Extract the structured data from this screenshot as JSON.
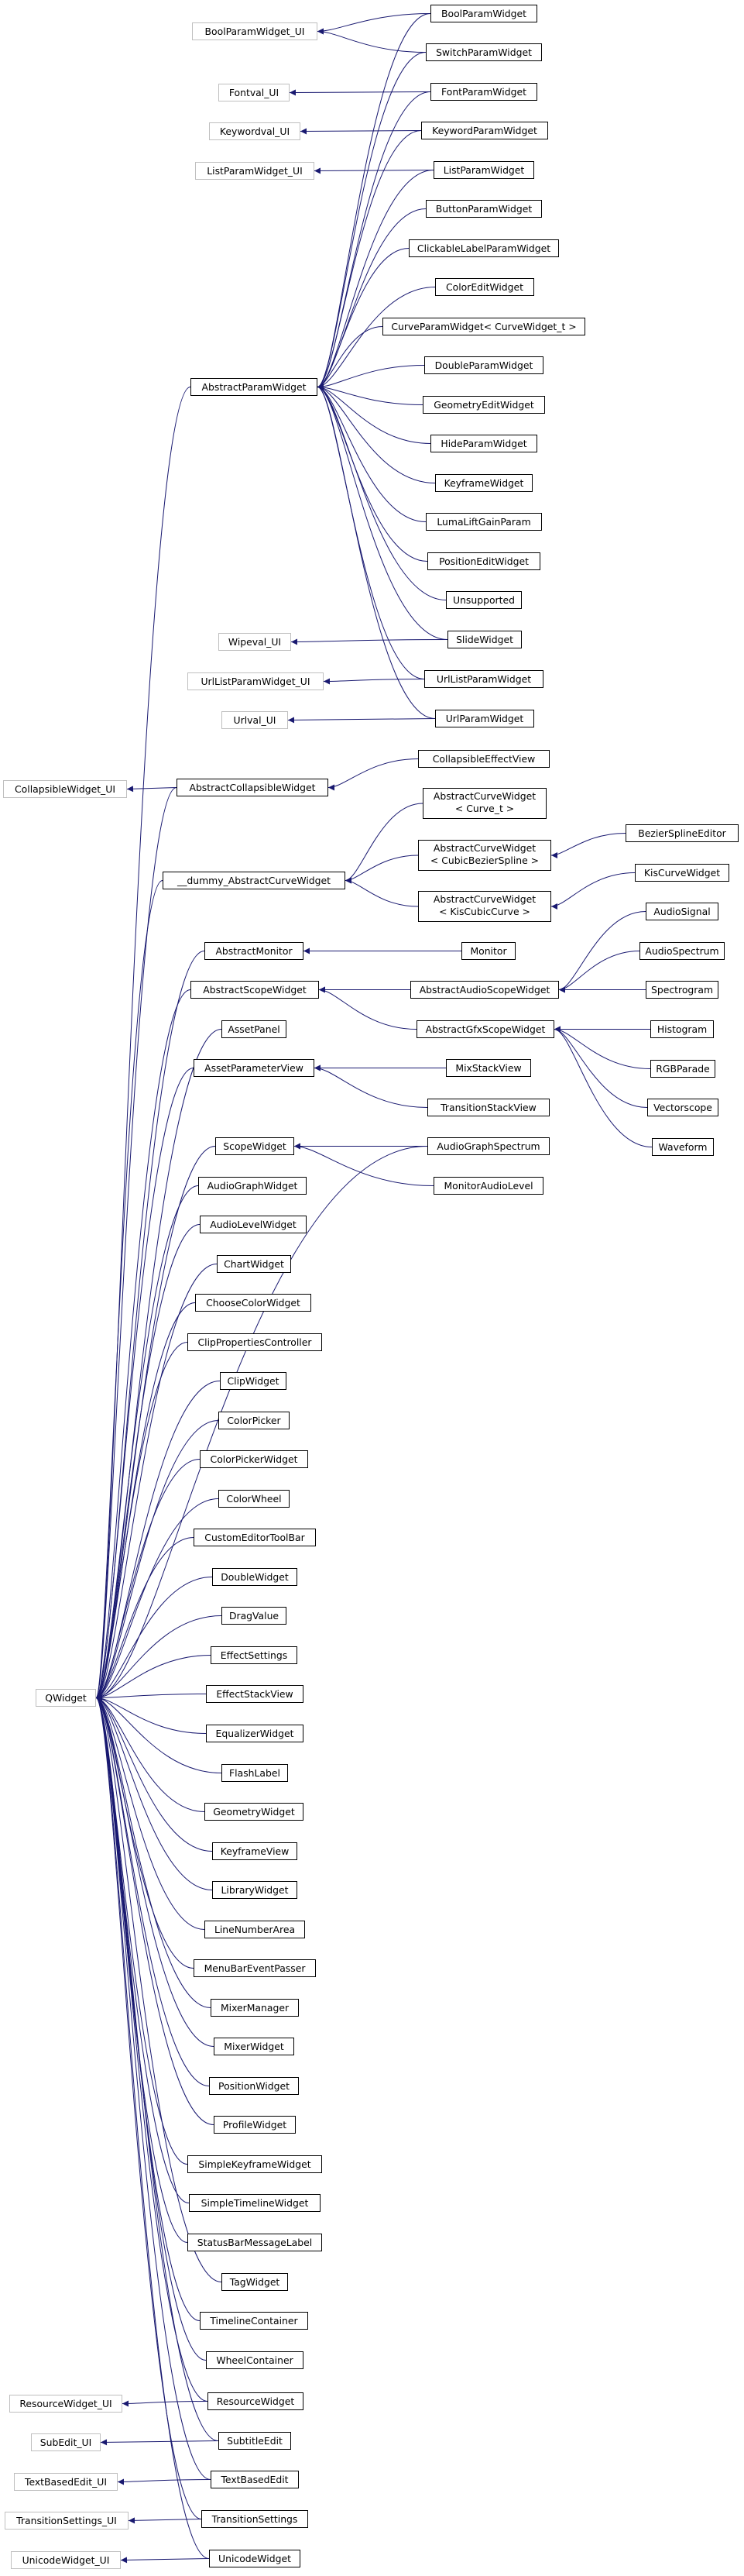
{
  "colors": {
    "edge": "#191970",
    "box_border": "#000000",
    "external_border": "#bfbfbf"
  },
  "nodes": {
    "BoolParamWidget_UI": {
      "label": "BoolParamWidget_UI",
      "external": true
    },
    "Fontval_UI": {
      "label": "Fontval_UI",
      "external": true
    },
    "Keywordval_UI": {
      "label": "Keywordval_UI",
      "external": true
    },
    "ListParamWidget_UI": {
      "label": "ListParamWidget_UI",
      "external": true
    },
    "Wipeval_UI": {
      "label": "Wipeval_UI",
      "external": true
    },
    "UrlListParamWidget_UI": {
      "label": "UrlListParamWidget_UI",
      "external": true
    },
    "Urlval_UI": {
      "label": "Urlval_UI",
      "external": true
    },
    "CollapsibleWidget_UI": {
      "label": "CollapsibleWidget_UI",
      "external": true
    },
    "QWidget": {
      "label": "QWidget",
      "external": true
    },
    "ResourceWidget_UI": {
      "label": "ResourceWidget_UI",
      "external": true
    },
    "SubEdit_UI": {
      "label": "SubEdit_UI",
      "external": true
    },
    "TextBasedEdit_UI": {
      "label": "TextBasedEdit_UI",
      "external": true
    },
    "TransitionSettings_UI": {
      "label": "TransitionSettings_UI",
      "external": true
    },
    "UnicodeWidget_UI": {
      "label": "UnicodeWidget_UI",
      "external": true
    },
    "AbstractParamWidget": {
      "label": "AbstractParamWidget"
    },
    "BoolParamWidget": {
      "label": "BoolParamWidget"
    },
    "SwitchParamWidget": {
      "label": "SwitchParamWidget"
    },
    "FontParamWidget": {
      "label": "FontParamWidget"
    },
    "KeywordParamWidget": {
      "label": "KeywordParamWidget"
    },
    "ListParamWidget": {
      "label": "ListParamWidget"
    },
    "ButtonParamWidget": {
      "label": "ButtonParamWidget"
    },
    "ClickableLabelParamWidget": {
      "label": "ClickableLabelParamWidget"
    },
    "ColorEditWidget": {
      "label": "ColorEditWidget"
    },
    "CurveParamWidget": {
      "label": "CurveParamWidget< CurveWidget_t >"
    },
    "DoubleParamWidget": {
      "label": "DoubleParamWidget"
    },
    "GeometryEditWidget": {
      "label": "GeometryEditWidget"
    },
    "HideParamWidget": {
      "label": "HideParamWidget"
    },
    "KeyframeWidget": {
      "label": "KeyframeWidget"
    },
    "LumaLiftGainParam": {
      "label": "LumaLiftGainParam"
    },
    "PositionEditWidget": {
      "label": "PositionEditWidget"
    },
    "Unsupported": {
      "label": "Unsupported"
    },
    "SlideWidget": {
      "label": "SlideWidget"
    },
    "UrlListParamWidget": {
      "label": "UrlListParamWidget"
    },
    "UrlParamWidget": {
      "label": "UrlParamWidget"
    },
    "AbstractCollapsibleWidget": {
      "label": "AbstractCollapsibleWidget"
    },
    "CollapsibleEffectView": {
      "label": "CollapsibleEffectView"
    },
    "DummyAbstractCurveWidget": {
      "label": "__dummy_AbstractCurveWidget"
    },
    "AbstractCurveWidgetCurve": {
      "label": "AbstractCurveWidget\n< Curve_t >"
    },
    "AbstractCurveWidgetBezier": {
      "label": "AbstractCurveWidget\n< CubicBezierSpline >"
    },
    "AbstractCurveWidgetKis": {
      "label": "AbstractCurveWidget\n< KisCubicCurve >"
    },
    "BezierSplineEditor": {
      "label": "BezierSplineEditor"
    },
    "KisCurveWidget": {
      "label": "KisCurveWidget"
    },
    "AbstractMonitor": {
      "label": "AbstractMonitor"
    },
    "Monitor": {
      "label": "Monitor"
    },
    "AbstractScopeWidget": {
      "label": "AbstractScopeWidget"
    },
    "AbstractAudioScopeWidget": {
      "label": "AbstractAudioScopeWidget"
    },
    "AbstractGfxScopeWidget": {
      "label": "AbstractGfxScopeWidget"
    },
    "AudioSignal": {
      "label": "AudioSignal"
    },
    "AudioSpectrum": {
      "label": "AudioSpectrum"
    },
    "Spectrogram": {
      "label": "Spectrogram"
    },
    "Histogram": {
      "label": "Histogram"
    },
    "RGBParade": {
      "label": "RGBParade"
    },
    "Vectorscope": {
      "label": "Vectorscope"
    },
    "Waveform": {
      "label": "Waveform"
    },
    "AssetPanel": {
      "label": "AssetPanel"
    },
    "AssetParameterView": {
      "label": "AssetParameterView"
    },
    "MixStackView": {
      "label": "MixStackView"
    },
    "TransitionStackView": {
      "label": "TransitionStackView"
    },
    "ScopeWidget": {
      "label": "ScopeWidget"
    },
    "AudioGraphSpectrum": {
      "label": "AudioGraphSpectrum"
    },
    "MonitorAudioLevel": {
      "label": "MonitorAudioLevel"
    },
    "AudioGraphWidget": {
      "label": "AudioGraphWidget"
    },
    "AudioLevelWidget": {
      "label": "AudioLevelWidget"
    },
    "ChartWidget": {
      "label": "ChartWidget"
    },
    "ChooseColorWidget": {
      "label": "ChooseColorWidget"
    },
    "ClipPropertiesController": {
      "label": "ClipPropertiesController"
    },
    "ClipWidget": {
      "label": "ClipWidget"
    },
    "ColorPicker": {
      "label": "ColorPicker"
    },
    "ColorPickerWidget": {
      "label": "ColorPickerWidget"
    },
    "ColorWheel": {
      "label": "ColorWheel"
    },
    "CustomEditorToolBar": {
      "label": "CustomEditorToolBar"
    },
    "DoubleWidget": {
      "label": "DoubleWidget"
    },
    "DragValue": {
      "label": "DragValue"
    },
    "EffectSettings": {
      "label": "EffectSettings"
    },
    "EffectStackView": {
      "label": "EffectStackView"
    },
    "EqualizerWidget": {
      "label": "EqualizerWidget"
    },
    "FlashLabel": {
      "label": "FlashLabel"
    },
    "GeometryWidget": {
      "label": "GeometryWidget"
    },
    "KeyframeView": {
      "label": "KeyframeView"
    },
    "LibraryWidget": {
      "label": "LibraryWidget"
    },
    "LineNumberArea": {
      "label": "LineNumberArea"
    },
    "MenuBarEventPasser": {
      "label": "MenuBarEventPasser"
    },
    "MixerManager": {
      "label": "MixerManager"
    },
    "MixerWidget": {
      "label": "MixerWidget"
    },
    "PositionWidget": {
      "label": "PositionWidget"
    },
    "ProfileWidget": {
      "label": "ProfileWidget"
    },
    "SimpleKeyframeWidget": {
      "label": "SimpleKeyframeWidget"
    },
    "SimpleTimelineWidget": {
      "label": "SimpleTimelineWidget"
    },
    "StatusBarMessageLabel": {
      "label": "StatusBarMessageLabel"
    },
    "TagWidget": {
      "label": "TagWidget"
    },
    "TimelineContainer": {
      "label": "TimelineContainer"
    },
    "WheelContainer": {
      "label": "WheelContainer"
    },
    "ResourceWidget": {
      "label": "ResourceWidget"
    },
    "SubtitleEdit": {
      "label": "SubtitleEdit"
    },
    "TextBasedEdit": {
      "label": "TextBasedEdit"
    },
    "TransitionSettings": {
      "label": "TransitionSettings"
    },
    "UnicodeWidget": {
      "label": "UnicodeWidget"
    }
  },
  "edges": [
    [
      "BoolParamWidget_UI",
      "BoolParamWidget"
    ],
    [
      "BoolParamWidget_UI",
      "SwitchParamWidget"
    ],
    [
      "Fontval_UI",
      "FontParamWidget"
    ],
    [
      "Keywordval_UI",
      "KeywordParamWidget"
    ],
    [
      "ListParamWidget_UI",
      "ListParamWidget"
    ],
    [
      "Wipeval_UI",
      "SlideWidget"
    ],
    [
      "UrlListParamWidget_UI",
      "UrlListParamWidget"
    ],
    [
      "Urlval_UI",
      "UrlParamWidget"
    ],
    [
      "CollapsibleWidget_UI",
      "AbstractCollapsibleWidget"
    ],
    [
      "AbstractParamWidget",
      "BoolParamWidget"
    ],
    [
      "AbstractParamWidget",
      "SwitchParamWidget"
    ],
    [
      "AbstractParamWidget",
      "FontParamWidget"
    ],
    [
      "AbstractParamWidget",
      "KeywordParamWidget"
    ],
    [
      "AbstractParamWidget",
      "ListParamWidget"
    ],
    [
      "AbstractParamWidget",
      "ButtonParamWidget"
    ],
    [
      "AbstractParamWidget",
      "ClickableLabelParamWidget"
    ],
    [
      "AbstractParamWidget",
      "ColorEditWidget"
    ],
    [
      "AbstractParamWidget",
      "CurveParamWidget"
    ],
    [
      "AbstractParamWidget",
      "DoubleParamWidget"
    ],
    [
      "AbstractParamWidget",
      "GeometryEditWidget"
    ],
    [
      "AbstractParamWidget",
      "HideParamWidget"
    ],
    [
      "AbstractParamWidget",
      "KeyframeWidget"
    ],
    [
      "AbstractParamWidget",
      "LumaLiftGainParam"
    ],
    [
      "AbstractParamWidget",
      "PositionEditWidget"
    ],
    [
      "AbstractParamWidget",
      "Unsupported"
    ],
    [
      "AbstractParamWidget",
      "SlideWidget"
    ],
    [
      "AbstractParamWidget",
      "UrlListParamWidget"
    ],
    [
      "AbstractParamWidget",
      "UrlParamWidget"
    ],
    [
      "AbstractCollapsibleWidget",
      "CollapsibleEffectView"
    ],
    [
      "DummyAbstractCurveWidget",
      "AbstractCurveWidgetCurve"
    ],
    [
      "DummyAbstractCurveWidget",
      "AbstractCurveWidgetBezier"
    ],
    [
      "DummyAbstractCurveWidget",
      "AbstractCurveWidgetKis"
    ],
    [
      "AbstractCurveWidgetBezier",
      "BezierSplineEditor"
    ],
    [
      "AbstractCurveWidgetKis",
      "KisCurveWidget"
    ],
    [
      "AbstractMonitor",
      "Monitor"
    ],
    [
      "AbstractScopeWidget",
      "AbstractAudioScopeWidget"
    ],
    [
      "AbstractScopeWidget",
      "AbstractGfxScopeWidget"
    ],
    [
      "AbstractAudioScopeWidget",
      "AudioSignal"
    ],
    [
      "AbstractAudioScopeWidget",
      "AudioSpectrum"
    ],
    [
      "AbstractAudioScopeWidget",
      "Spectrogram"
    ],
    [
      "AbstractGfxScopeWidget",
      "Histogram"
    ],
    [
      "AbstractGfxScopeWidget",
      "RGBParade"
    ],
    [
      "AbstractGfxScopeWidget",
      "Vectorscope"
    ],
    [
      "AbstractGfxScopeWidget",
      "Waveform"
    ],
    [
      "AssetParameterView",
      "MixStackView"
    ],
    [
      "AssetParameterView",
      "TransitionStackView"
    ],
    [
      "ScopeWidget",
      "AudioGraphSpectrum"
    ],
    [
      "ScopeWidget",
      "MonitorAudioLevel"
    ],
    [
      "QWidget",
      "AbstractParamWidget"
    ],
    [
      "QWidget",
      "AbstractCollapsibleWidget"
    ],
    [
      "QWidget",
      "DummyAbstractCurveWidget"
    ],
    [
      "QWidget",
      "AbstractMonitor"
    ],
    [
      "QWidget",
      "AbstractScopeWidget"
    ],
    [
      "QWidget",
      "AssetPanel"
    ],
    [
      "QWidget",
      "AssetParameterView"
    ],
    [
      "QWidget",
      "ScopeWidget"
    ],
    [
      "QWidget",
      "AudioGraphSpectrum"
    ],
    [
      "QWidget",
      "AudioGraphWidget"
    ],
    [
      "QWidget",
      "AudioLevelWidget"
    ],
    [
      "QWidget",
      "ChartWidget"
    ],
    [
      "QWidget",
      "ChooseColorWidget"
    ],
    [
      "QWidget",
      "ClipPropertiesController"
    ],
    [
      "QWidget",
      "ClipWidget"
    ],
    [
      "QWidget",
      "ColorPicker"
    ],
    [
      "QWidget",
      "ColorPickerWidget"
    ],
    [
      "QWidget",
      "ColorWheel"
    ],
    [
      "QWidget",
      "CustomEditorToolBar"
    ],
    [
      "QWidget",
      "DoubleWidget"
    ],
    [
      "QWidget",
      "DragValue"
    ],
    [
      "QWidget",
      "EffectSettings"
    ],
    [
      "QWidget",
      "EffectStackView"
    ],
    [
      "QWidget",
      "EqualizerWidget"
    ],
    [
      "QWidget",
      "FlashLabel"
    ],
    [
      "QWidget",
      "GeometryWidget"
    ],
    [
      "QWidget",
      "KeyframeView"
    ],
    [
      "QWidget",
      "LibraryWidget"
    ],
    [
      "QWidget",
      "LineNumberArea"
    ],
    [
      "QWidget",
      "MenuBarEventPasser"
    ],
    [
      "QWidget",
      "MixerManager"
    ],
    [
      "QWidget",
      "MixerWidget"
    ],
    [
      "QWidget",
      "PositionWidget"
    ],
    [
      "QWidget",
      "ProfileWidget"
    ],
    [
      "QWidget",
      "SimpleKeyframeWidget"
    ],
    [
      "QWidget",
      "SimpleTimelineWidget"
    ],
    [
      "QWidget",
      "StatusBarMessageLabel"
    ],
    [
      "QWidget",
      "TagWidget"
    ],
    [
      "QWidget",
      "TimelineContainer"
    ],
    [
      "QWidget",
      "WheelContainer"
    ],
    [
      "QWidget",
      "ResourceWidget"
    ],
    [
      "QWidget",
      "SubtitleEdit"
    ],
    [
      "QWidget",
      "TextBasedEdit"
    ],
    [
      "QWidget",
      "TransitionSettings"
    ],
    [
      "QWidget",
      "UnicodeWidget"
    ],
    [
      "ResourceWidget_UI",
      "ResourceWidget"
    ],
    [
      "SubEdit_UI",
      "SubtitleEdit"
    ],
    [
      "TextBasedEdit_UI",
      "TextBasedEdit"
    ],
    [
      "TransitionSettings_UI",
      "TransitionSettings"
    ],
    [
      "UnicodeWidget_UI",
      "UnicodeWidget"
    ]
  ]
}
